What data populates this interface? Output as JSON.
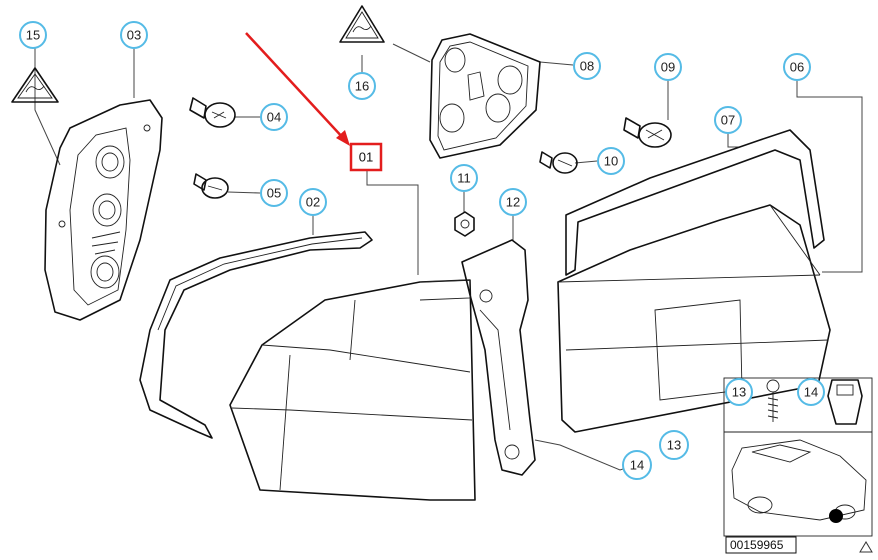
{
  "diagram": {
    "selected_part": "01",
    "diagram_number": "00159965",
    "callouts": [
      {
        "id": "c15",
        "label": "15"
      },
      {
        "id": "c03",
        "label": "03"
      },
      {
        "id": "c04",
        "label": "04"
      },
      {
        "id": "c05",
        "label": "05"
      },
      {
        "id": "c02",
        "label": "02"
      },
      {
        "id": "c16",
        "label": "16"
      },
      {
        "id": "c08",
        "label": "08"
      },
      {
        "id": "c09",
        "label": "09"
      },
      {
        "id": "c06",
        "label": "06"
      },
      {
        "id": "c07",
        "label": "07"
      },
      {
        "id": "c10",
        "label": "10"
      },
      {
        "id": "c11",
        "label": "11"
      },
      {
        "id": "c12",
        "label": "12"
      },
      {
        "id": "c13a",
        "label": "13"
      },
      {
        "id": "c14a",
        "label": "14"
      },
      {
        "id": "c13b",
        "label": "13"
      },
      {
        "id": "c14b",
        "label": "14"
      }
    ],
    "colors": {
      "callout_ring": "#55bbe6",
      "highlight": "#e31d1d",
      "line": "#111111"
    }
  }
}
